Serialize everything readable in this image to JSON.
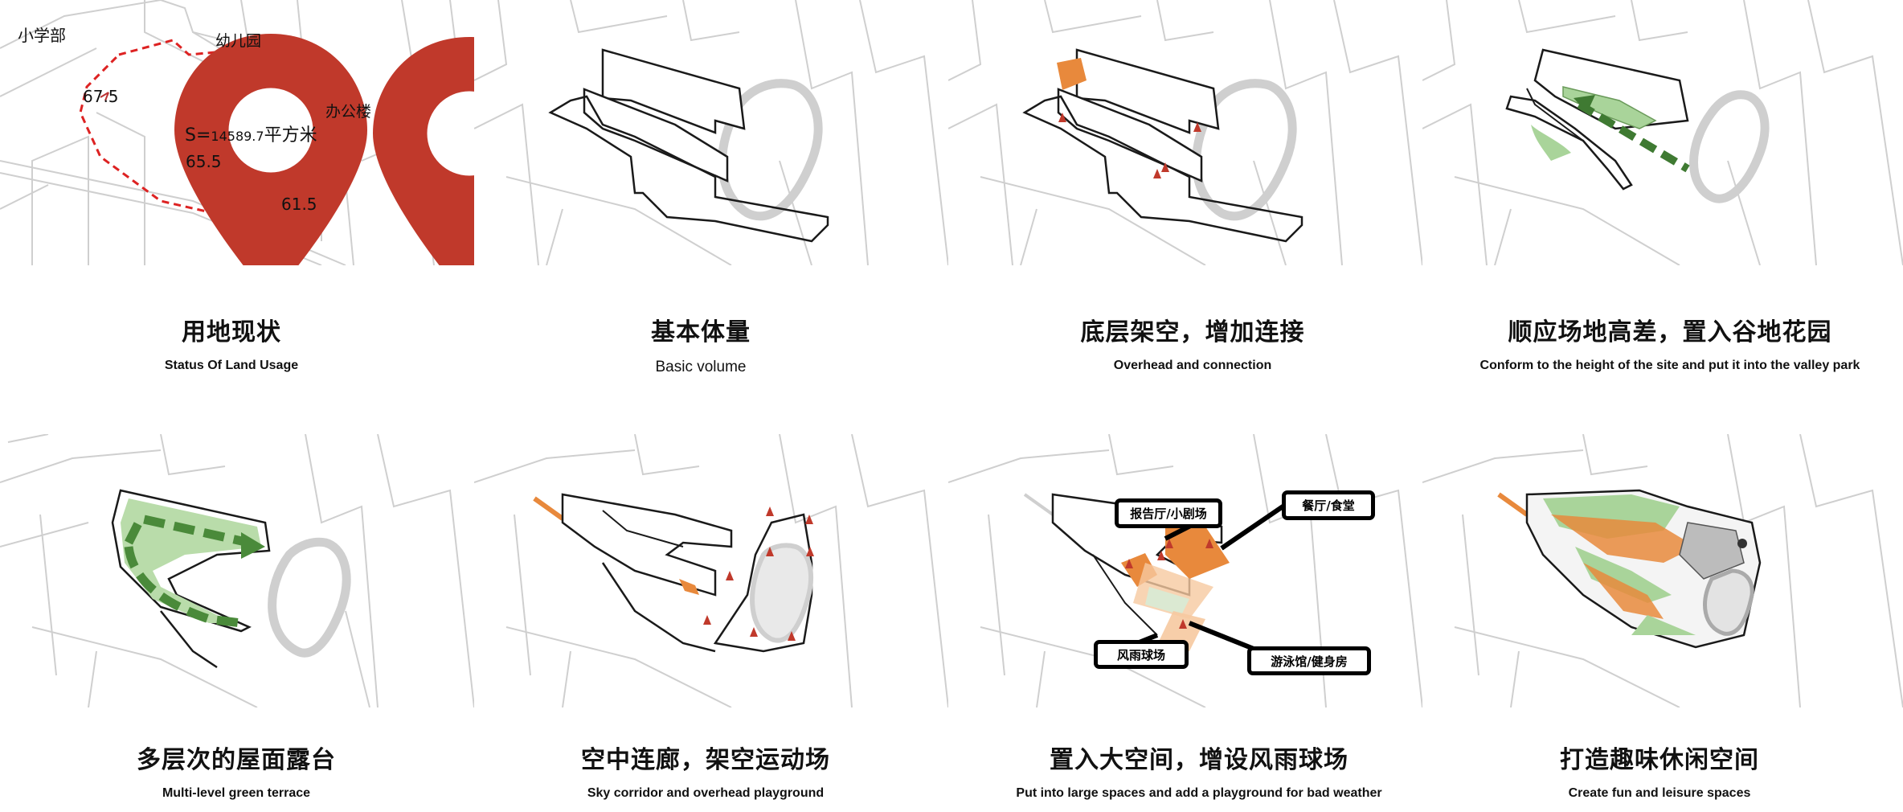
{
  "colors": {
    "orange": "#e8893c",
    "green": "#a9d49a",
    "dark_green": "#3f7a32",
    "red": "#c0392b",
    "line": "#cfcfcf",
    "outline": "#1a1a1a"
  },
  "panels": [
    {
      "title_zh": "用地现状",
      "title_en": "Status Of Land Usage",
      "labels": {
        "primary_school": "小学部",
        "kindergarten": "幼儿园",
        "office": "办公楼",
        "area": "S=",
        "area_value": "14589.7",
        "area_unit": "平方米",
        "elev1": "67.5",
        "elev2": "65.5",
        "elev3": "61.5"
      }
    },
    {
      "title_zh": "基本体量",
      "title_en": "Basic volume"
    },
    {
      "title_zh": "底层架空，增加连接",
      "title_en": "Overhead and connection"
    },
    {
      "title_zh": "顺应场地高差，置入谷地花园",
      "title_en": "Conform to the height of the site and put it into the valley park"
    },
    {
      "title_zh": "多层次的屋面露台",
      "title_en": "Multi-level green terrace"
    },
    {
      "title_zh": "空中连廊，架空运动场",
      "title_en": "Sky corridor and overhead playground"
    },
    {
      "title_zh": "置入大空间，增设风雨球场",
      "title_en": "Put into large spaces and add a playground for bad weather",
      "callouts": {
        "auditorium": "报告厅/小剧场",
        "canteen": "餐厅/食堂",
        "court": "风雨球场",
        "pool_gym": "游泳馆/健身房"
      }
    },
    {
      "title_zh": "打造趣味休闲空间",
      "title_en": "Create fun and leisure spaces"
    }
  ]
}
